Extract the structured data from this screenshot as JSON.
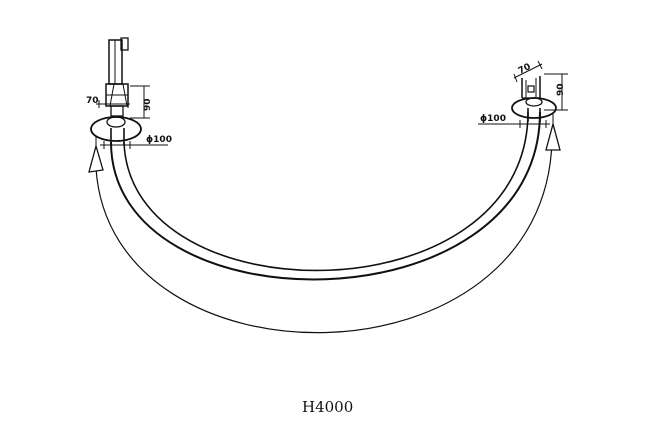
{
  "drawing": {
    "left_mount": {
      "width_label": "70",
      "height_label": "90",
      "diameter_label": "ϕ100"
    },
    "right_mount": {
      "width_label": "70",
      "height_label": "90",
      "diameter_label": "ϕ100"
    },
    "overall_label": "H4000"
  }
}
